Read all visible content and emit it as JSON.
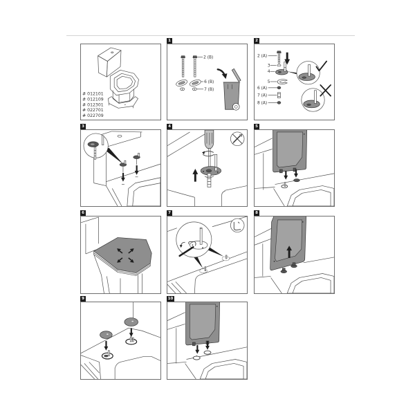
{
  "colors": {
    "line": "#4a4a4a",
    "seat_fill": "#8e8e8e",
    "badge_bg": "#1c1c1c",
    "badge_text": "#ffffff",
    "separator": "#d4d4d4"
  },
  "overview": {
    "illustration": "close-coupled-toilet",
    "product_codes": [
      "# 012101",
      "# 012109",
      "# 012301",
      "# 022701",
      "# 022709"
    ]
  },
  "steps": [
    {
      "number": "1",
      "callouts": [
        "2 (B)",
        "6 (B)",
        "7 (B)"
      ],
      "icons": [
        "bolt-icon",
        "washer-icon",
        "nut-icon",
        "curved-arrow-icon",
        "trash-bin-icon"
      ]
    },
    {
      "number": "2",
      "callouts": [
        "2 (A)",
        "3",
        "4",
        "5",
        "6 (A)",
        "7 (A)",
        "8 (A)"
      ],
      "icons": [
        "down-arrow-icon",
        "checkmark-icon",
        "cross-icon"
      ]
    },
    {
      "number": "3",
      "callouts": [],
      "icons": [
        "magnifier-detail-icon",
        "down-arrow-icon"
      ]
    },
    {
      "number": "4",
      "callouts": [],
      "icons": [
        "screwdriver-icon",
        "rotate-icon",
        "up-arrow-icon",
        "no-tool-icon"
      ]
    },
    {
      "number": "5",
      "callouts": [],
      "icons": [
        "seat-lid-icon",
        "down-arrow-icon"
      ]
    },
    {
      "number": "6",
      "callouts": [],
      "icons": [
        "seat-closed-icon",
        "expand-arrows-icon"
      ]
    },
    {
      "number": "7",
      "callouts": [],
      "icons": [
        "magnifier-detail-icon",
        "wrench-icon",
        "tool-hint-icon"
      ]
    },
    {
      "number": "8",
      "callouts": [],
      "icons": [
        "seat-lid-icon",
        "up-arrow-icon"
      ]
    },
    {
      "number": "9",
      "callouts": [],
      "icons": [
        "cover-cap-icon",
        "down-arrow-icon"
      ]
    },
    {
      "number": "10",
      "callouts": [],
      "icons": [
        "seat-lid-icon",
        "down-arrow-icon"
      ]
    }
  ]
}
